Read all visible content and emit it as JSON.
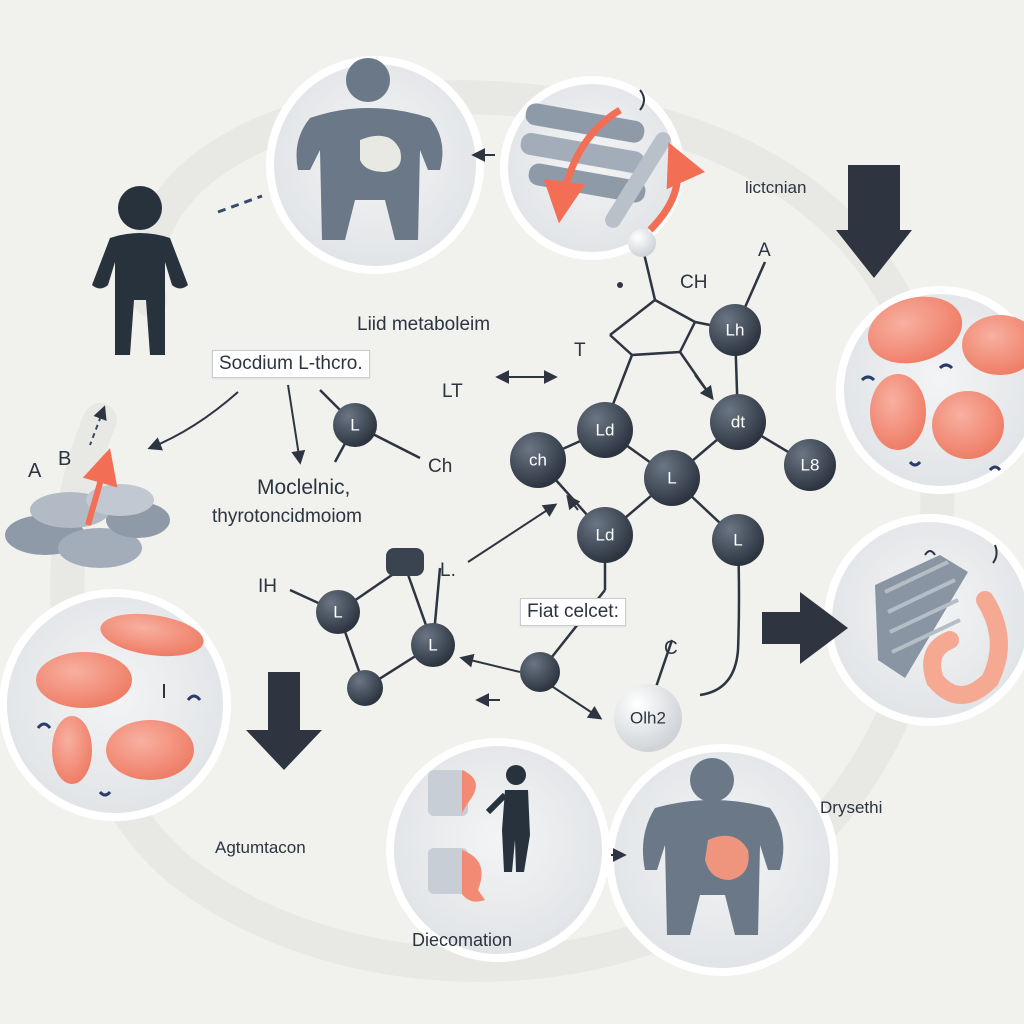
{
  "colors": {
    "background": "#f1f1ee",
    "circle_fill": "#e7e9eb",
    "circle_rim": "#ffffff",
    "ring": "#ebebe7",
    "slate": "#5b6a7c",
    "dark_figure": "#28323c",
    "cell": "#f28a74",
    "arrow": "#2f3540",
    "accent": "#f26f55",
    "atom": "#3a4450",
    "pale_atom": "#e2e4e6"
  },
  "labels": {
    "lipid_metabolism": "Liid metaboleim",
    "sodium": "Socdium L-thcro.",
    "lt": "LT",
    "ch_left": "Ch",
    "molecular_1": "Moclelnic,",
    "molecular_2": "thyrotoncidmoiom",
    "ih": "IH",
    "l_small": "L.",
    "fat_cell": "Fiat celcet:",
    "c": "C",
    "lactation": "lictcnian",
    "agglutination": "Agtumtacon",
    "decomation": "Diecomation",
    "dyslipid": "Drysethi",
    "a": "A",
    "b": "B",
    "t": "T",
    "ch_top": "CH",
    "a_top": "A"
  },
  "atoms": {
    "lh": "Lh",
    "ld_upper": "Ld",
    "dt": "dt",
    "ch": "ch",
    "l_center": "L",
    "l8": "L8",
    "ld_lower": "Ld",
    "l_right": "L",
    "l_small_mol": "L",
    "l_left_mol": "L",
    "l_mid_mol": "L",
    "olh2": "Olh2"
  },
  "icons": [
    "person-standing-icon",
    "person-liver-icon",
    "muscle-fibers-icon",
    "fat-cells-icon",
    "mitochondria-icon",
    "person-liver-bottom-icon",
    "cells-person-icon",
    "adipocytes-icon",
    "stacked-tablets-icon"
  ]
}
